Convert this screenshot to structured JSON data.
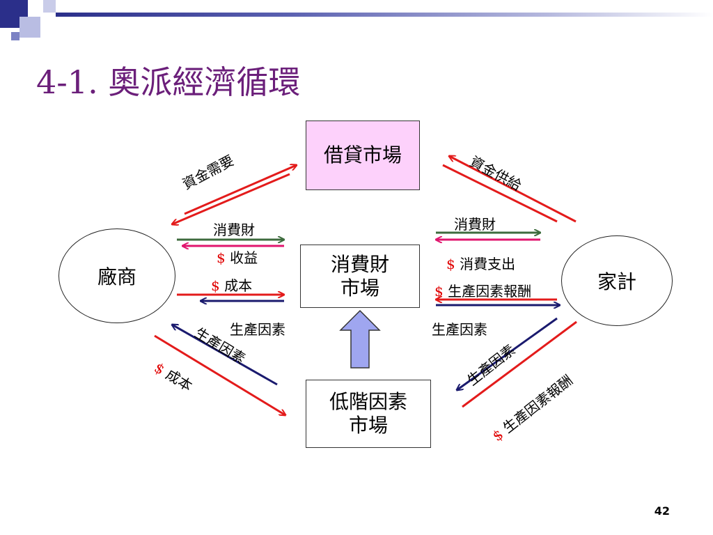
{
  "slide": {
    "title": "4-1. 奧派經濟循環",
    "page_number": "42"
  },
  "nodes": {
    "loanable_funds_market": "借貸市場",
    "consumer_goods_market": "消費財\n市場",
    "lower_order_factor_market": "低階因素\n市場",
    "firms": "廠商",
    "households": "家計"
  },
  "labels": {
    "funds_demand": "資金需要",
    "funds_supply": "資金供給",
    "consumer_goods_left": "消費財",
    "consumer_goods_right": "消費財",
    "dollar": "$",
    "revenue": "收益",
    "cost": "成本",
    "consumer_spending": "消費支出",
    "factor_income": "生產因素報酬",
    "factors_left_horizontal": "生產因素",
    "factors_right_horizontal": "生產因素",
    "factors_left_diagonal": "生產因素",
    "cost_diagonal": "成本",
    "factors_right_diagonal": "生產因素",
    "factor_income_diagonal": "生產因素報酬"
  },
  "colors": {
    "title": "#6b1f7a",
    "red_arrow": "#e31b1b",
    "green_arrow": "#3d6b3d",
    "navy_arrow": "#1a1a6e",
    "pink_arrow": "#e0166e",
    "lending_box_fill": "#fdd1fb",
    "up_arrow_fill": "#9fa6f0"
  }
}
